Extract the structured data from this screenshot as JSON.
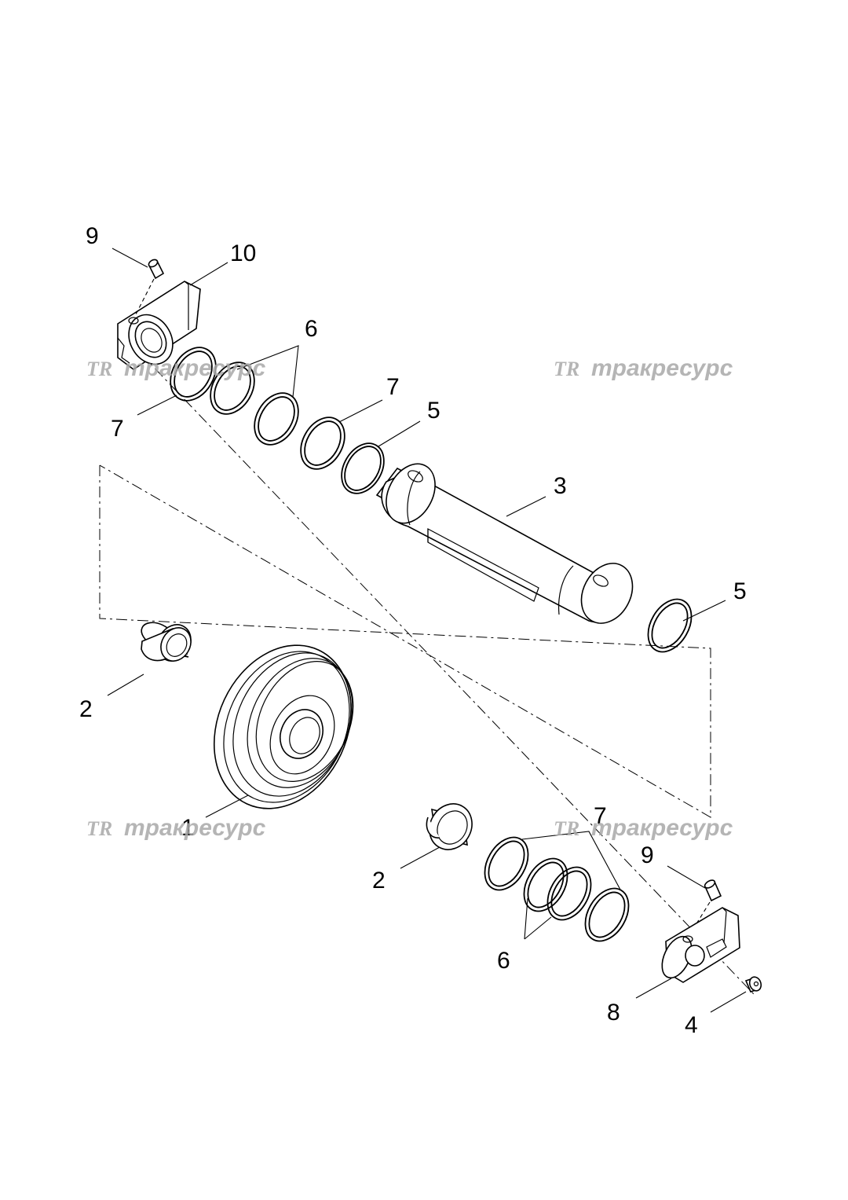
{
  "watermark": {
    "logo": "TR",
    "text": "тракресурс"
  },
  "callouts": {
    "c1": "1",
    "c2a": "2",
    "c2b": "2",
    "c3": "3",
    "c4": "4",
    "c5a": "5",
    "c5b": "5",
    "c6a": "6",
    "c6b": "6",
    "c7a": "7",
    "c7b": "7",
    "c7c": "7",
    "c8": "8",
    "c9a": "9",
    "c9b": "9",
    "c10": "10"
  }
}
